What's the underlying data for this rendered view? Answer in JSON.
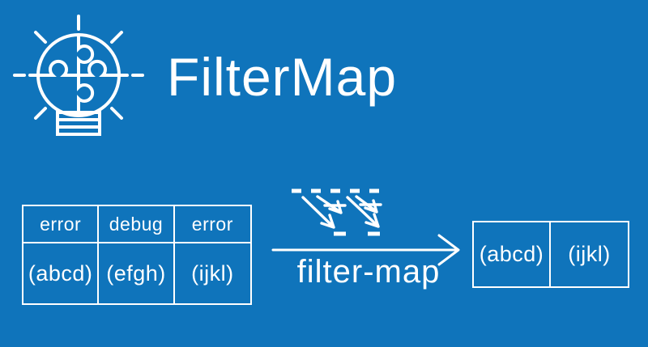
{
  "colors": {
    "background": "#0F74BB",
    "foreground": "#FFFFFF"
  },
  "header": {
    "title": "FilterMap",
    "logo_icon": "lightbulb-puzzle"
  },
  "diagram": {
    "input_table": {
      "headers": [
        "error",
        "debug",
        "error"
      ],
      "values": [
        "(abcd)",
        "(efgh)",
        "(ijkl)"
      ]
    },
    "transform": {
      "label": "filter-map",
      "icon": "filter-map-arrows"
    },
    "output_table": {
      "values": [
        "(abcd)",
        "(ijkl)"
      ]
    }
  }
}
